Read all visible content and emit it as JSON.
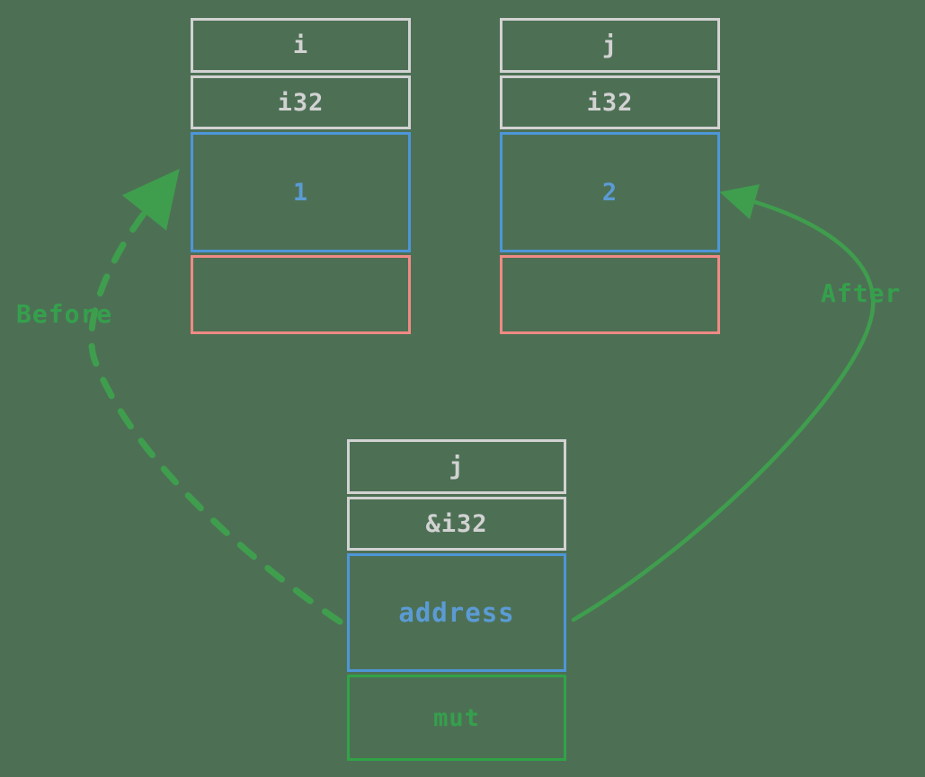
{
  "diagram": {
    "title": "Rust mutable reference before/after diagram",
    "background_color": "#4d7055",
    "colors": {
      "text_gray": "#d2d2d2",
      "value_blue": "#5b9bd5",
      "border_blue": "#4d96d8",
      "border_red": "#f08a84",
      "green": "#35a04c",
      "arrow_green": "#3f9e4d"
    }
  },
  "tables": {
    "i": {
      "name": "i",
      "type": "i32",
      "value": "1",
      "extra": ""
    },
    "j": {
      "name": "j",
      "type": "i32",
      "value": "2",
      "extra": ""
    },
    "j_ref": {
      "name": "j",
      "type": "&i32",
      "value": "address",
      "modifier": "mut"
    }
  },
  "labels": {
    "before": "Before",
    "after": "After"
  },
  "arrows": [
    {
      "name": "before-arrow",
      "style": "dashed",
      "color": "#3f9e4d",
      "from": "j_ref.address (left edge)",
      "to": "i.value"
    },
    {
      "name": "after-arrow",
      "style": "solid",
      "color": "#3f9e4d",
      "from": "j_ref.address (right edge)",
      "to": "j.value"
    }
  ]
}
